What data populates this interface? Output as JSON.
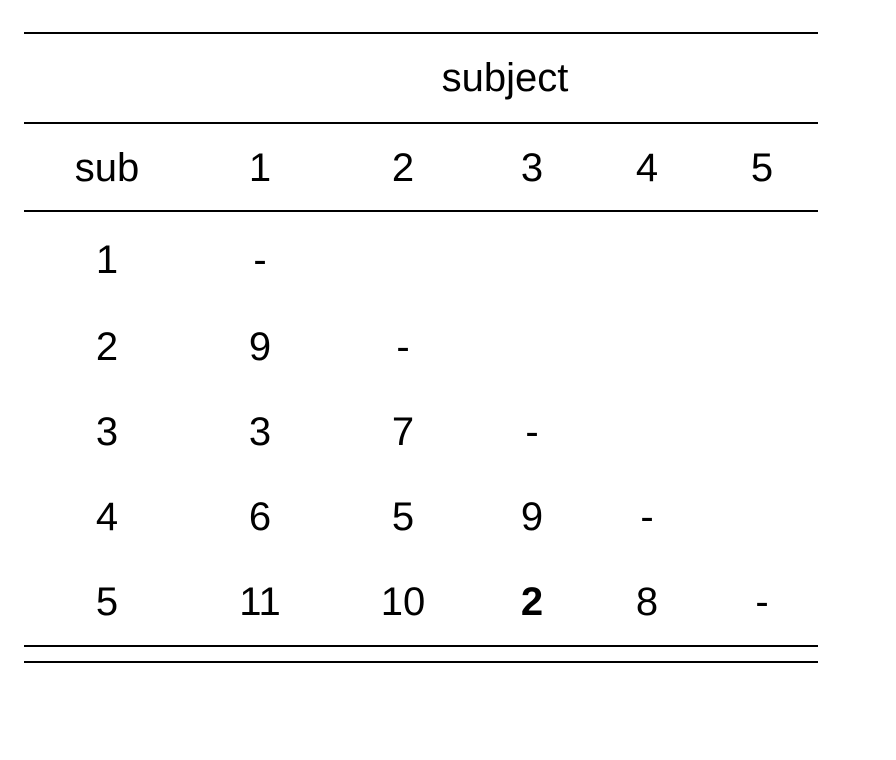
{
  "table": {
    "spanner": "subject",
    "header": [
      "sub",
      "1",
      "2",
      "3",
      "4",
      "5"
    ],
    "rows": [
      [
        "1",
        "-",
        "",
        "",
        "",
        ""
      ],
      [
        "2",
        "9",
        "-",
        "",
        "",
        ""
      ],
      [
        "3",
        "3",
        "7",
        "-",
        "",
        ""
      ],
      [
        "4",
        "6",
        "5",
        "9",
        "-",
        ""
      ],
      [
        "5",
        "11",
        "10",
        "2",
        "8",
        "-"
      ]
    ],
    "bold_cells": [
      [
        4,
        3
      ]
    ]
  }
}
